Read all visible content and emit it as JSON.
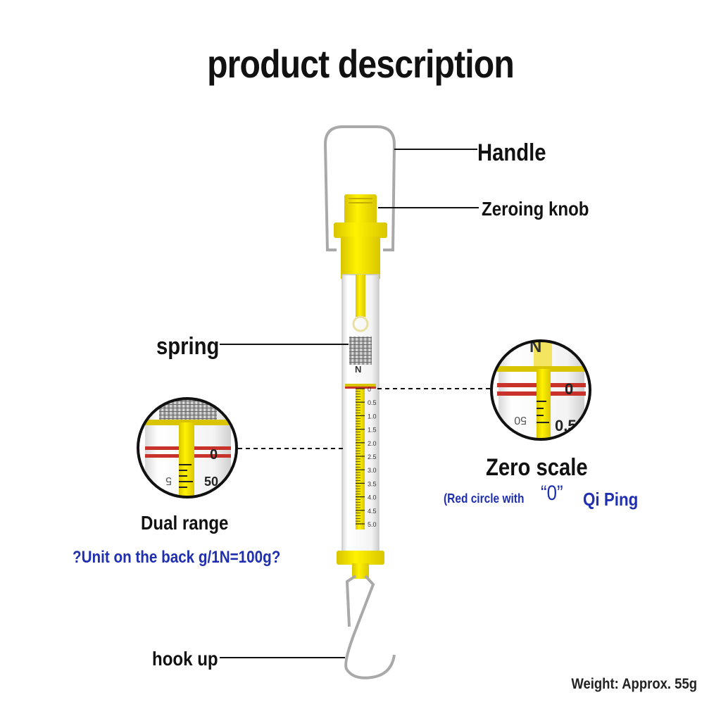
{
  "title": "product description",
  "labels": {
    "handle": "Handle",
    "zeroing_knob": "Zeroing knob",
    "spring": "spring",
    "zero_scale": "Zero scale",
    "zero_scale_note_a": "(Red circle with",
    "zero_scale_note_b": "“0”",
    "zero_scale_note_c": "Qi Ping",
    "dual_range": "Dual range",
    "dual_range_note": "?Unit on the back g/1N=100g?",
    "hook_up": "hook up",
    "weight": "Weight: Approx. 55g"
  },
  "scale": {
    "unit": "N",
    "ticks": [
      "0",
      "0.5",
      "1.0",
      "1.5",
      "2.0",
      "2.5",
      "3.0",
      "3.5",
      "4.0",
      "4.5",
      "5.0"
    ],
    "zoom_right": {
      "zero": "0",
      "half": "0.5",
      "back": "50"
    },
    "zoom_left": {
      "zero": "0",
      "fifty": "50",
      "back": "5"
    }
  },
  "colors": {
    "yellow": "#f5e400",
    "yellow_dark": "#d8c400",
    "red_ring": "#c8322a",
    "metal": "#a9a9a9",
    "blue_text": "#1f2fb0"
  }
}
